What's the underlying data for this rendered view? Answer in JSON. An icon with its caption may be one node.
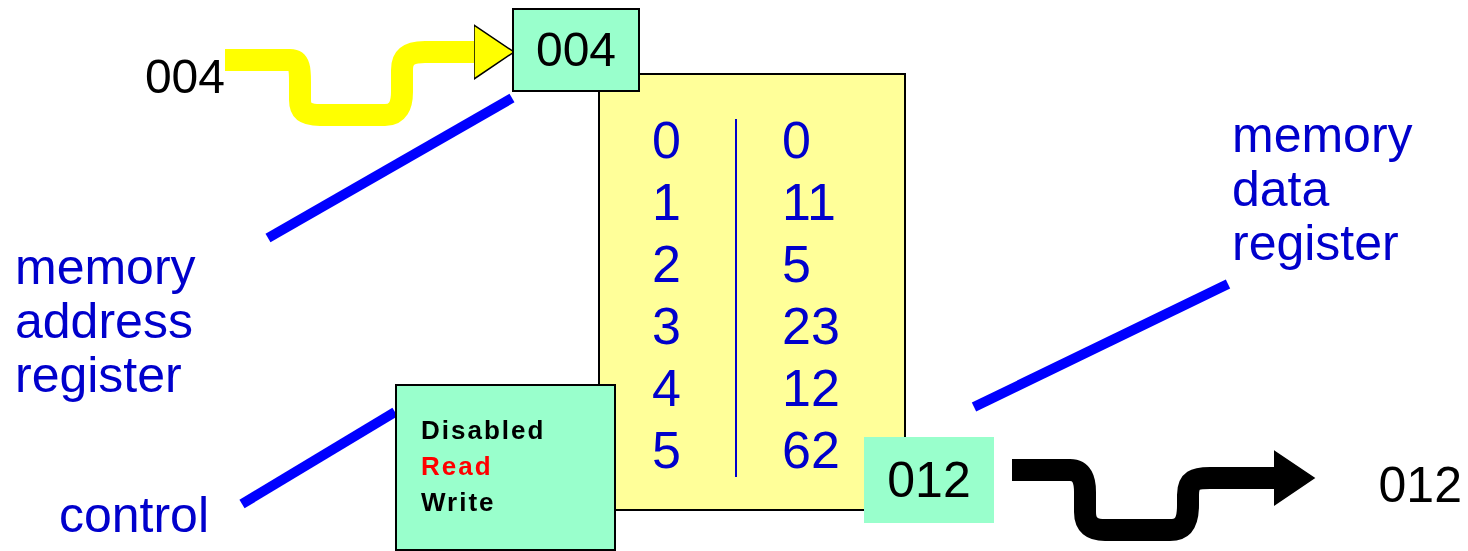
{
  "diagram": {
    "nodes": [
      {
        "text": [
          "004"
        ]
      },
      {
        "text": [
          "004"
        ]
      },
      {
        "text": [
          "0",
          "0",
          "1",
          "11",
          "2",
          "5",
          "3",
          "23",
          "4",
          "12",
          "5",
          "62"
        ]
      },
      {
        "text": [
          "memory address register"
        ]
      },
      {
        "text": [
          "control"
        ]
      },
      {
        "text": [
          "Disabled",
          "Read",
          "Write"
        ]
      },
      {
        "text": [
          "012"
        ]
      },
      {
        "text": [
          "012"
        ]
      },
      {
        "text": [
          "memory data register"
        ]
      }
    ],
    "edges": [
      {
        "from": 0,
        "to": 1,
        "arrow": "to",
        "style": "thick",
        "color": "#ffff00"
      },
      {
        "from": 3,
        "to": 1,
        "arrow": "none"
      },
      {
        "from": 4,
        "to": 5,
        "arrow": "none"
      },
      {
        "from": 8,
        "to": 6,
        "arrow": "none"
      },
      {
        "from": 6,
        "to": 7,
        "arrow": "to",
        "style": "thick",
        "color": "#000000"
      }
    ]
  }
}
